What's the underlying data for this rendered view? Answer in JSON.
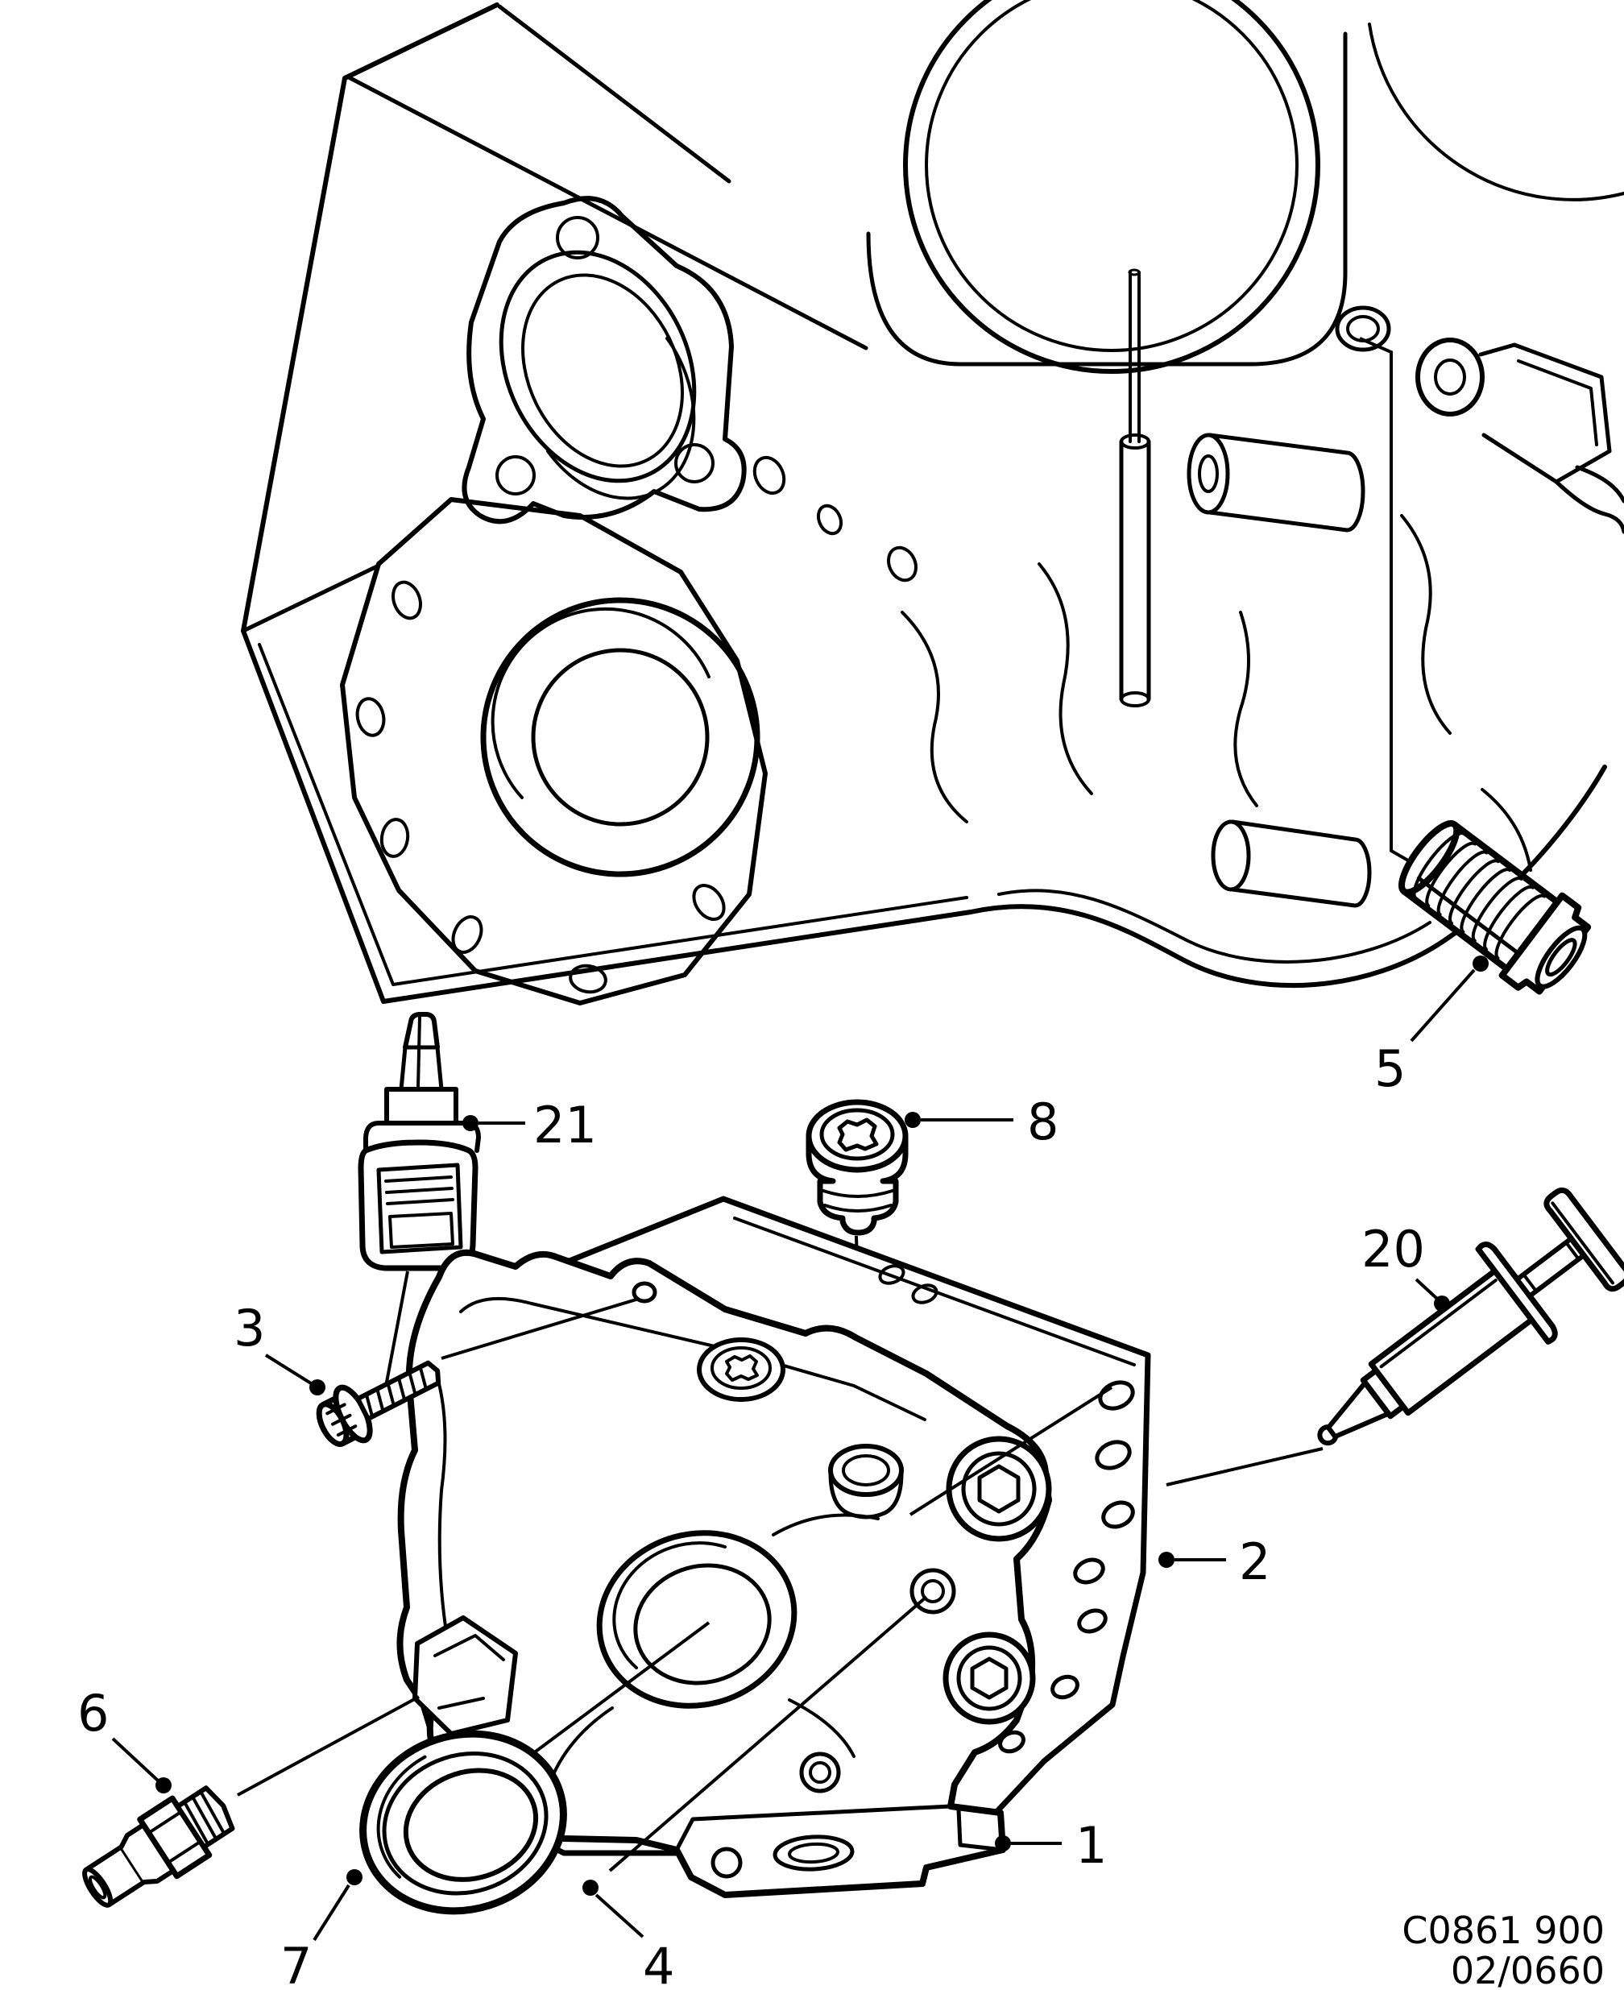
{
  "figure": {
    "type": "exploded-parts-diagram",
    "callouts": [
      {
        "label": "1"
      },
      {
        "label": "2"
      },
      {
        "label": "3"
      },
      {
        "label": "4"
      },
      {
        "label": "5"
      },
      {
        "label": "6"
      },
      {
        "label": "7"
      },
      {
        "label": "8"
      },
      {
        "label": "20"
      },
      {
        "label": "21"
      }
    ],
    "footer": {
      "line1": "C0861 900",
      "line2": "02/0660"
    },
    "colors": {
      "line": "#000000",
      "background": "#ffffff"
    }
  }
}
